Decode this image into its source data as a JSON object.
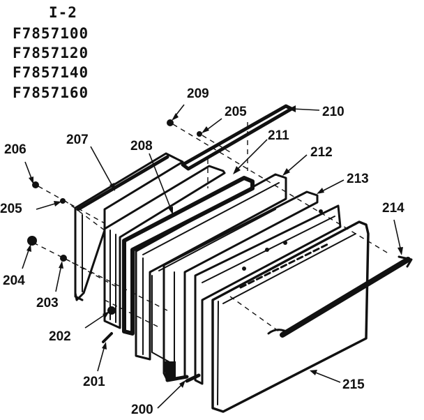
{
  "header": {
    "section": "I-2",
    "models": [
      "F7857100",
      "F7857120",
      "F7857140",
      "F7857160"
    ]
  },
  "callouts": {
    "p200": "200",
    "p201": "201",
    "p202": "202",
    "p203": "203",
    "p204": "204",
    "p205a": "205",
    "p205b": "205",
    "p206": "206",
    "p207": "207",
    "p208": "208",
    "p209": "209",
    "p210": "210",
    "p211": "211",
    "p212": "212",
    "p213": "213",
    "p214": "214",
    "p215": "215"
  }
}
